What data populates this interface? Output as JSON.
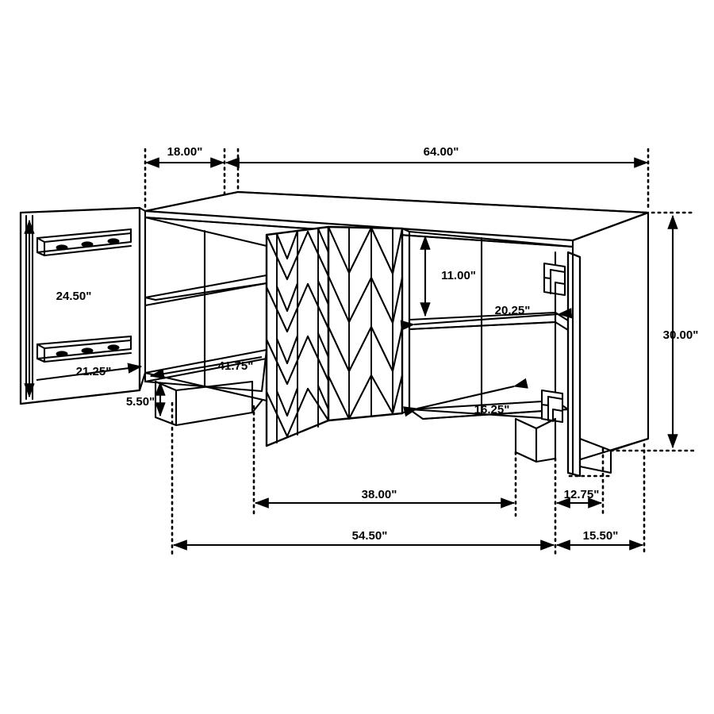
{
  "drawing": {
    "title": "Sideboard Cabinet Dimension Drawing",
    "units": "inches",
    "unit_symbol": "\"",
    "background_color": "#ffffff",
    "line_color": "#000000"
  },
  "dimensions": {
    "top_left_depth": "18.00\"",
    "top_width": "64.00\"",
    "left_door_height": "24.50\"",
    "left_door_width": "21.25\"",
    "left_interior_width": "41.75\"",
    "base_height": "5.50\"",
    "right_upper_compartment_height": "11.00\"",
    "right_shelf_width": "20.25\"",
    "right_lower_shelf_width": "16.25\"",
    "overall_height": "30.00\"",
    "center_door_width": "38.00\"",
    "right_foot_width": "12.75\"",
    "front_width": "54.50\"",
    "right_side_depth": "15.50\""
  },
  "parts": {
    "left_door_label": "left-door-open",
    "center_door_label": "center-chevron-door",
    "right_door_label": "right-door-open",
    "hinge_label": "hinge-plate",
    "shelf_label": "interior-shelf",
    "plinth_label": "base-plinth"
  }
}
